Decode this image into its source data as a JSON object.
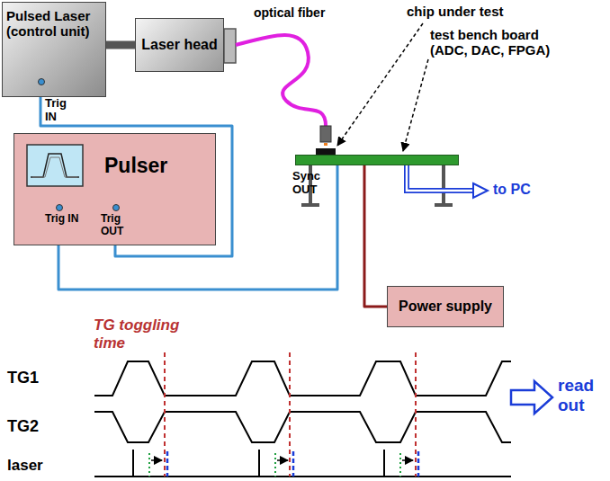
{
  "diagram": {
    "nodes": [
      {
        "text": [
          "Pulsed Laser (control unit)"
        ]
      },
      {
        "text": [
          "Laser head"
        ]
      },
      {
        "text": [
          "Pulser",
          "Trig IN",
          "Trig OUT"
        ]
      },
      {
        "text": [
          "Power supply"
        ]
      },
      {
        "text": [
          "Sync OUT"
        ]
      }
    ],
    "edges": [
      {
        "from": 0,
        "to": 1,
        "arrow": "none"
      },
      {
        "from": 2,
        "to": 0,
        "arrow": "none"
      },
      {
        "from": 4,
        "to": 2,
        "arrow": "none"
      },
      {
        "from": 3,
        "to": 4,
        "arrow": "none"
      }
    ],
    "labels": [
      "Trig IN",
      "optical fiber",
      "chip under test",
      "test bench board (ADC, DAC, FPGA)",
      "to PC",
      "TG toggling time",
      "TG1",
      "TG2",
      "laser",
      "read out"
    ]
  }
}
